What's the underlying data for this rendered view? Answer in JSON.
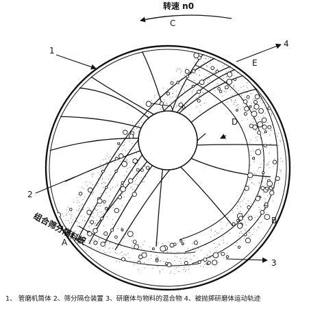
{
  "title": "转速 n0",
  "labels": {
    "A": "A",
    "B": "B",
    "C": "C",
    "D": "D",
    "E": "E",
    "n1": "1",
    "n2": "2",
    "n3": "3",
    "n4": "4"
  },
  "vertical_label": "组合筛分隔料板",
  "caption": "1、 管磨机筒体 2、筛分隔仓装置 3、研磨体与物料的混合物 4、被抛掷研磨体运动轨迹",
  "colors": {
    "ink": "#111111",
    "stipple": "#777777",
    "background": "#ffffff"
  },
  "icons": {
    "rotation": "curved-arrow-left-icon"
  }
}
